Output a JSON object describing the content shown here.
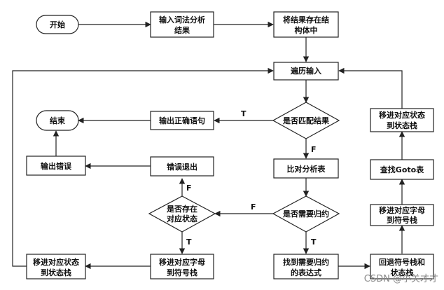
{
  "nodes": {
    "start": "开始",
    "input_lex": [
      "输入词法分析",
      "结果"
    ],
    "store_struct": [
      "将结果存在结",
      "构体中"
    ],
    "traverse": "遍历输入",
    "match_q": "是否匹配结果",
    "output_correct": "输出正确语句",
    "end": "结束",
    "compare_table": "比对分析表",
    "need_reduce_q": "是否需要归约",
    "find_reduce": [
      "找到需要归约",
      "的表达式"
    ],
    "exist_state_q": [
      "是否存在",
      "对应状态"
    ],
    "error_exit": "错误退出",
    "output_error": "输出错误",
    "push_char": [
      "移进对应字母",
      "到符号栈"
    ],
    "push_state_left": [
      "移进对应状态",
      "到状态栈"
    ],
    "pop_stacks": [
      "回退符号栈和",
      "状态栈"
    ],
    "push_char_right": [
      "移进对应字母",
      "到符号栈"
    ],
    "find_goto": "查找Goto表",
    "push_state_right": [
      "移进对应状态",
      "到状态栈"
    ]
  },
  "edge_labels": {
    "match_true": "T",
    "match_false": "F",
    "reduce_true": "T",
    "reduce_false": "F",
    "exist_true": "T",
    "exist_false": "F"
  },
  "watermark": "CSDN @小关才才"
}
